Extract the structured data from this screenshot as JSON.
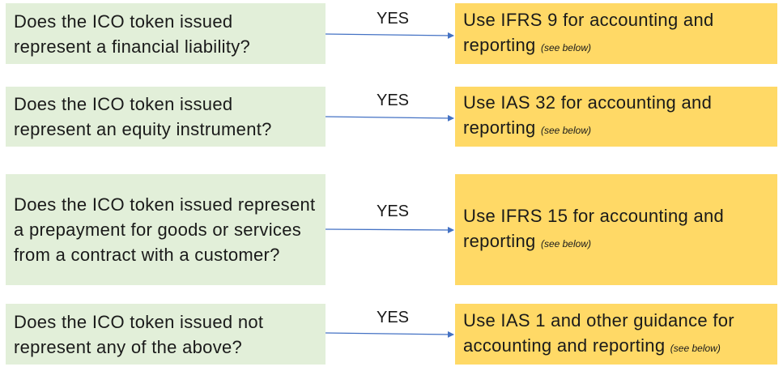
{
  "rows": [
    {
      "question": "Does the ICO token issued represent a financial liability?",
      "edge": "YES",
      "answer": "Use IFRS 9 for accounting and reporting",
      "note": "(see below)"
    },
    {
      "question": "Does the ICO token issued represent an equity instrument?",
      "edge": "YES",
      "answer": "Use IAS 32 for accounting and reporting",
      "note": "(see below)"
    },
    {
      "question": "Does the ICO token issued represent a prepayment for goods or services from a contract with a customer?",
      "edge": "YES",
      "answer": "Use IFRS 15 for accounting and reporting",
      "note": "(see below)"
    },
    {
      "question": "Does the ICO token issued not represent any of the above?",
      "edge": "YES",
      "answer": "Use IAS 1 and other guidance for accounting and reporting",
      "note": "(see below)"
    }
  ],
  "colors": {
    "question_fill": "#e2efd9",
    "answer_fill": "#ffd966",
    "arrow": "#4472c4"
  }
}
